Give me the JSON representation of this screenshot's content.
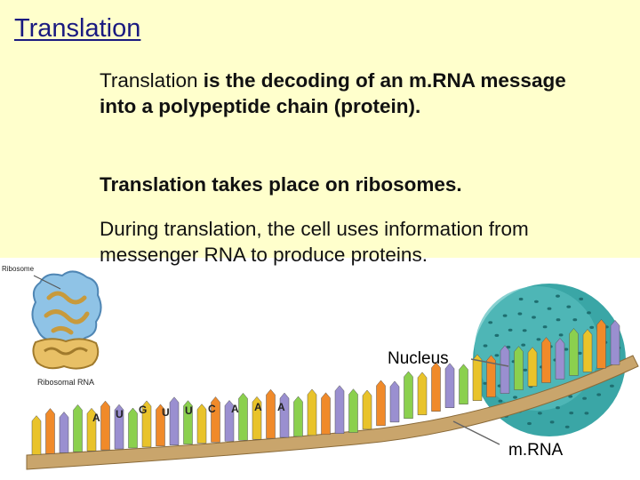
{
  "slide": {
    "title": "Translation",
    "paragraph1": {
      "lead": "Translation",
      "rest": " is the decoding of an m.RNA message into a polypeptide chain (protein)."
    },
    "paragraph2": "Translation takes place on ribosomes.",
    "paragraph3": "During translation, the cell uses information from messenger RNA to produce proteins."
  },
  "illustration": {
    "ribosome_label": "Ribosome",
    "ribosomal_rna_label": "Ribosomal RNA",
    "nucleus_label": "Nucleus",
    "mrna_label": "m.RNA",
    "bases": [
      "A",
      "U",
      "G",
      "U",
      "U",
      "C",
      "A",
      "A",
      "A"
    ]
  },
  "colors": {
    "background": "#ffffcc",
    "title": "#1a1a80",
    "nucleus": "#3aa6a6",
    "ribosome_large": "#8fc3e6",
    "ribosome_small": "#e8c066"
  }
}
